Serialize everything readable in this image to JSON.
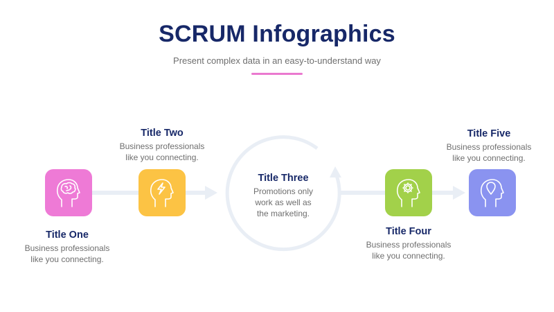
{
  "header": {
    "title": "SCRUM Infographics",
    "subtitle": "Present complex data in an easy-to-understand way",
    "accent_color": "#ea79cf"
  },
  "steps": [
    {
      "title": "Title One",
      "line1": "Business professionals",
      "line2": "like you connecting.",
      "icon": "head-brain-icon",
      "color": "#ee7ad6"
    },
    {
      "title": "Title Two",
      "line1": "Business professionals",
      "line2": "like you connecting.",
      "icon": "head-lightning-icon",
      "color": "#fcc344"
    },
    {
      "title": "Title Three",
      "line1": "Promotions only",
      "line2": "work as well as",
      "line3": "the marketing.",
      "icon": "cycle-arrow-icon",
      "color": "#e9eef5"
    },
    {
      "title": "Title Four",
      "line1": "Business professionals",
      "line2": "like you connecting.",
      "icon": "head-gear-icon",
      "color": "#a2d14a"
    },
    {
      "title": "Title Five",
      "line1": "Business professionals",
      "line2": "like you connecting.",
      "icon": "head-location-pin-icon",
      "color": "#8a93f0"
    }
  ]
}
